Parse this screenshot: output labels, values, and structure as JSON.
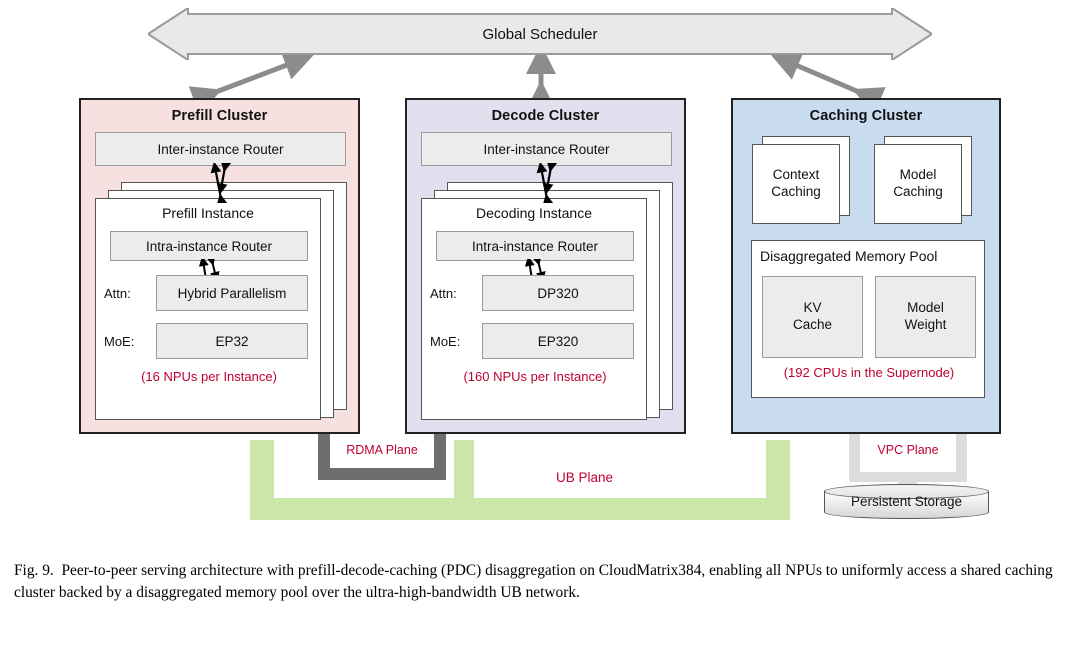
{
  "figure": {
    "number": "Fig. 9.",
    "caption": "Peer-to-peer serving architecture with prefill-decode-caching (PDC) disaggregation on CloudMatrix384, enabling all NPUs to uniformly access a shared caching cluster backed by a disaggregated memory pool over the ultra-high-bandwidth UB network."
  },
  "colors": {
    "prefill_bg": "#f7e0e0",
    "decode_bg": "#e2e0ee",
    "caching_bg": "#c9dcef",
    "ub_plane": "#cbe7a8",
    "rdma_plane": "#6e6e6e",
    "vpc_plane": "#dcdcdc",
    "note_red": "#c00030",
    "arrow_gray": "#8c8c8c"
  },
  "global_scheduler": {
    "label": "Global Scheduler"
  },
  "clusters": {
    "prefill": {
      "title": "Prefill Cluster",
      "inter_router": "Inter-instance Router",
      "instance_title": "Prefill Instance",
      "intra_router": "Intra-instance Router",
      "rows": [
        {
          "label": "Attn:",
          "value": "Hybrid Parallelism"
        },
        {
          "label": "MoE:",
          "value": "EP32"
        }
      ],
      "note": "(16 NPUs per Instance)"
    },
    "decode": {
      "title": "Decode Cluster",
      "inter_router": "Inter-instance Router",
      "instance_title": "Decoding Instance",
      "intra_router": "Intra-instance Router",
      "rows": [
        {
          "label": "Attn:",
          "value": "DP320"
        },
        {
          "label": "MoE:",
          "value": "EP320"
        }
      ],
      "note": "(160 NPUs per Instance)"
    },
    "caching": {
      "title": "Caching Cluster",
      "cards": [
        {
          "line1": "Context",
          "line2": "Caching"
        },
        {
          "line1": "Model",
          "line2": "Caching"
        }
      ],
      "memory_pool": {
        "title": "Disaggregated Memory Pool",
        "boxes": [
          {
            "line1": "KV",
            "line2": "Cache"
          },
          {
            "line1": "Model",
            "line2": "Weight"
          }
        ],
        "note": "(192 CPUs in the Supernode)"
      }
    }
  },
  "planes": {
    "rdma": "RDMA Plane",
    "ub": "UB Plane",
    "vpc": "VPC Plane"
  },
  "storage": {
    "label": "Persistent Storage"
  }
}
